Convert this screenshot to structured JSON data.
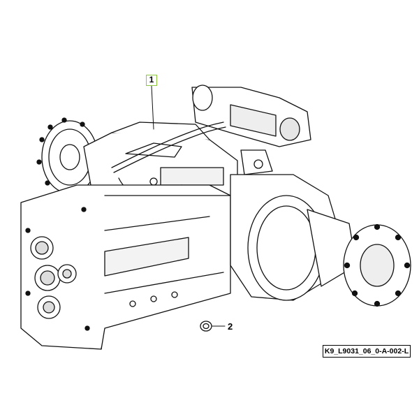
{
  "callouts": [
    {
      "label": "1",
      "color": "#8dc63f"
    },
    {
      "label": "2"
    }
  ],
  "reference_code": "K9_L9031_06_0-A-002-L",
  "icons": [
    "transmission-assembly-illustration",
    "o-ring-seal-icon"
  ]
}
